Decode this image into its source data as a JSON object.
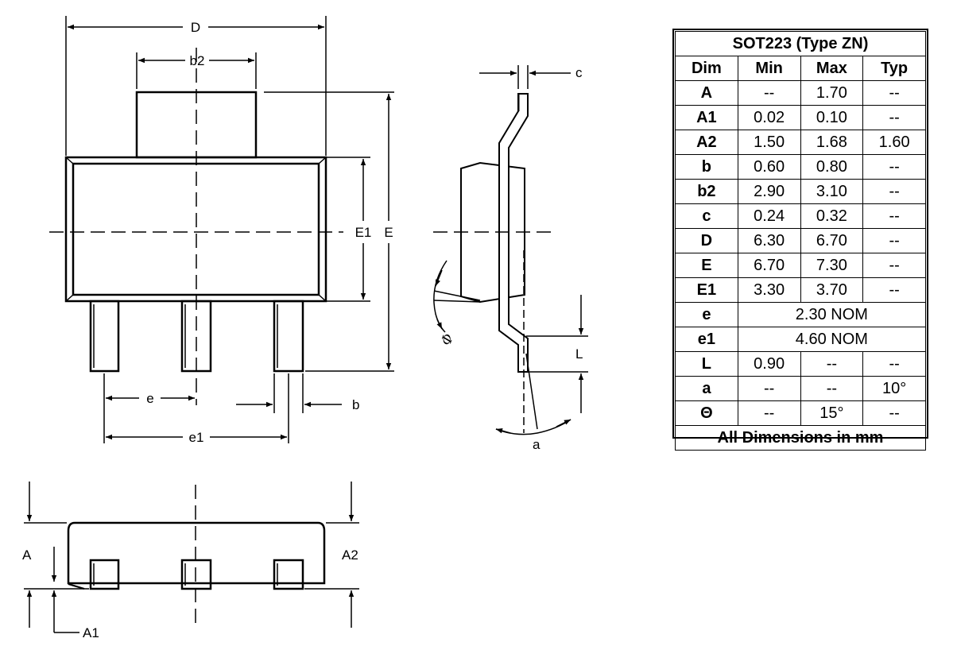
{
  "labels": {
    "D": "D",
    "b2": "b2",
    "E1": "E1",
    "E": "E",
    "e": "e",
    "e1": "e1",
    "b": "b",
    "c": "c",
    "phi": "Φ",
    "L": "L",
    "a": "a",
    "A": "A",
    "A2": "A2",
    "A1": "A1"
  },
  "table": {
    "title": "SOT223 (Type ZN)",
    "headers": [
      "Dim",
      "Min",
      "Max",
      "Typ"
    ],
    "rows": [
      [
        "A",
        "--",
        "1.70",
        "--"
      ],
      [
        "A1",
        "0.02",
        "0.10",
        "--"
      ],
      [
        "A2",
        "1.50",
        "1.68",
        "1.60"
      ],
      [
        "b",
        "0.60",
        "0.80",
        "--"
      ],
      [
        "b2",
        "2.90",
        "3.10",
        "--"
      ],
      [
        "c",
        "0.24",
        "0.32",
        "--"
      ],
      [
        "D",
        "6.30",
        "6.70",
        "--"
      ],
      [
        "E",
        "6.70",
        "7.30",
        "--"
      ],
      [
        "E1",
        "3.30",
        "3.70",
        "--"
      ],
      [
        "e",
        "2.30 NOM"
      ],
      [
        "e1",
        "4.60 NOM"
      ],
      [
        "L",
        "0.90",
        "--",
        "--"
      ],
      [
        "a",
        "--",
        "--",
        "10°"
      ],
      [
        "Θ",
        "--",
        "15°",
        "--"
      ]
    ],
    "footer": "All Dimensions in mm"
  }
}
